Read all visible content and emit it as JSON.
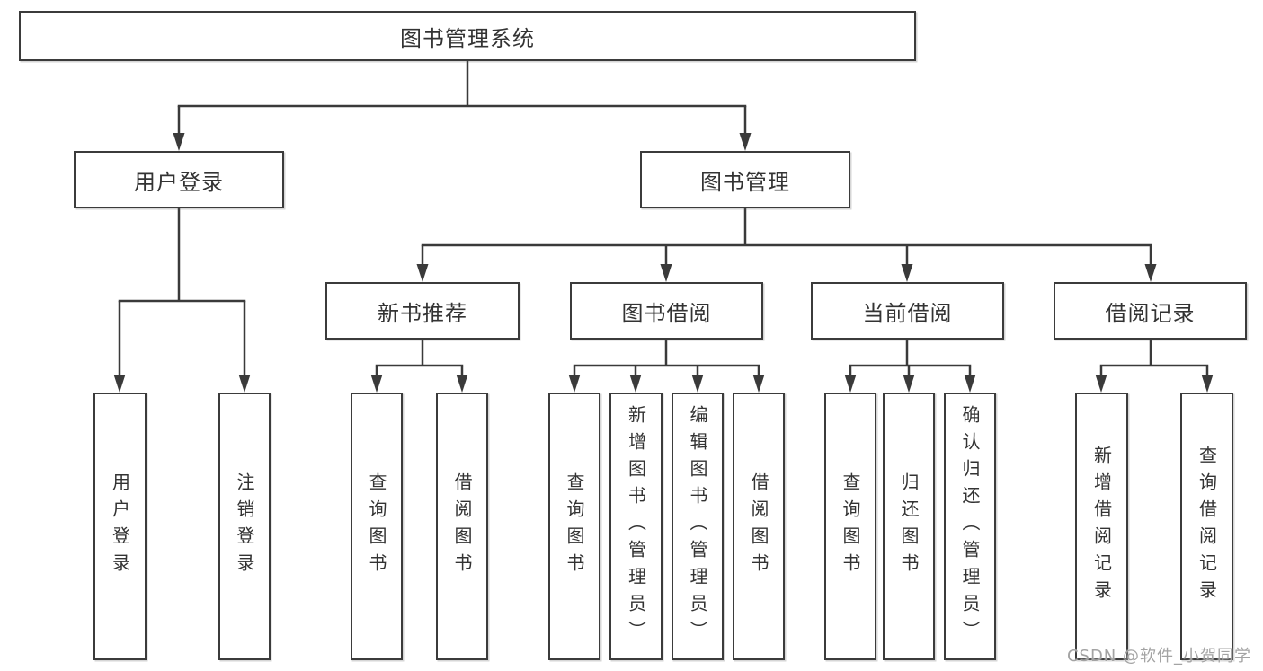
{
  "diagram": {
    "root": "图书管理系统",
    "l2": [
      "用户登录",
      "图书管理"
    ],
    "l3": [
      "新书推荐",
      "图书借阅",
      "当前借阅",
      "借阅记录"
    ],
    "leaves": {
      "login": [
        "用户登录",
        "注销登录"
      ],
      "recommend": [
        "查询图书",
        "借阅图书"
      ],
      "borrow": [
        "查询图书",
        "新增图书（管理员）",
        "编辑图书（管理员）",
        "借阅图书"
      ],
      "current": [
        "查询图书",
        "归还图书",
        "确认归还（管理员）"
      ],
      "records": [
        "新增借阅记录",
        "查询借阅记录"
      ]
    }
  },
  "watermark": {
    "text": "CSDN @软件_小贺同学"
  },
  "colors": {
    "line": "#3a3a3a",
    "border": "#3b3b3b",
    "text": "#333333",
    "watermark": "#a3a3a3",
    "background": "#ffffff"
  }
}
